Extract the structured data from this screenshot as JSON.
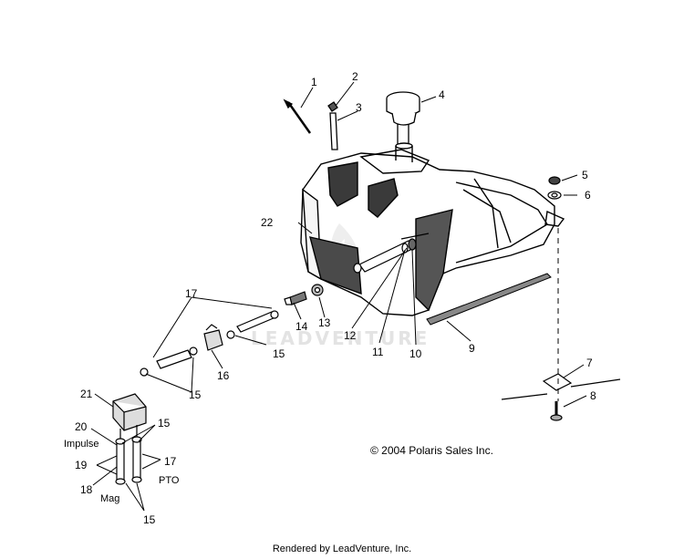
{
  "callouts": {
    "c1": "1",
    "c2": "2",
    "c3": "3",
    "c4": "4",
    "c5": "5",
    "c6": "6",
    "c7": "7",
    "c8": "8",
    "c9": "9",
    "c10": "10",
    "c11": "11",
    "c12": "12",
    "c13": "13",
    "c14": "14",
    "c15a": "15",
    "c15b": "15",
    "c15c": "15",
    "c15d": "15",
    "c16": "16",
    "c17a": "17",
    "c17b": "17",
    "c18": "18",
    "c19": "19",
    "c20": "20",
    "c21": "21",
    "c22": "22"
  },
  "labels": {
    "impulse": "Impulse",
    "mag": "Mag",
    "pto": "PTO"
  },
  "watermark": "LEADVENTURE",
  "copyright": "© 2004 Polaris Sales Inc.",
  "footer": "Rendered by LeadVenture, Inc."
}
